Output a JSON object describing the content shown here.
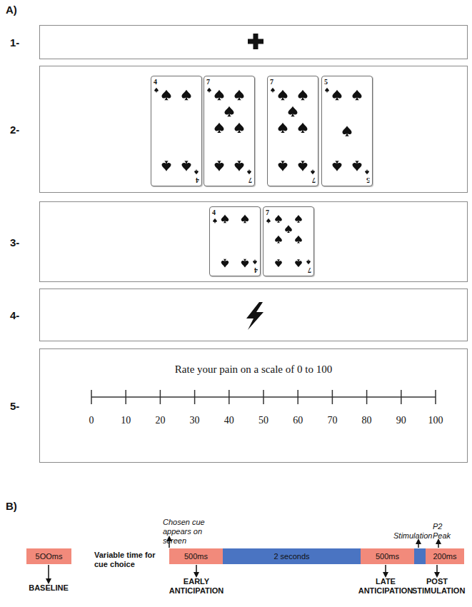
{
  "diagram": {
    "nodes": [
      {
        "text": [
          "1-"
        ]
      },
      {
        "text": [
          "2-"
        ]
      },
      {
        "text": [
          "4",
          "4"
        ],
        "in": 1
      },
      {
        "text": [
          "7",
          "7"
        ],
        "in": 1
      },
      {
        "text": [
          "7",
          "7"
        ],
        "in": 1
      },
      {
        "text": [
          "5",
          "5"
        ],
        "in": 1
      },
      {
        "text": [
          "3-"
        ]
      },
      {
        "text": [
          "4",
          "4"
        ],
        "in": 6
      },
      {
        "text": [
          "7",
          "7"
        ],
        "in": 6
      },
      {
        "text": [
          "4-"
        ]
      },
      {
        "text": [
          "5-",
          "Rate your pain on a scale of 0 to 100"
        ]
      },
      {
        "text": [
          "5OOms"
        ]
      },
      {
        "text": [
          "500ms"
        ]
      },
      {
        "text": [
          "2 seconds"
        ]
      },
      {
        "text": [
          "500ms"
        ]
      },
      {
        "text": [
          "200ms"
        ]
      }
    ],
    "labels": [
      "A)",
      "0",
      "10",
      "20",
      "30",
      "40",
      "50",
      "60",
      "70",
      "80",
      "90",
      "100",
      "B)",
      "Chosen cue appears on screen",
      "Variable time for cue choice",
      "Stimulation",
      "P2 Peak",
      "BASELINE",
      "EARLY ANTICIPATION",
      "LATE ANTICIPATION",
      "POST STIMULATION"
    ]
  }
}
